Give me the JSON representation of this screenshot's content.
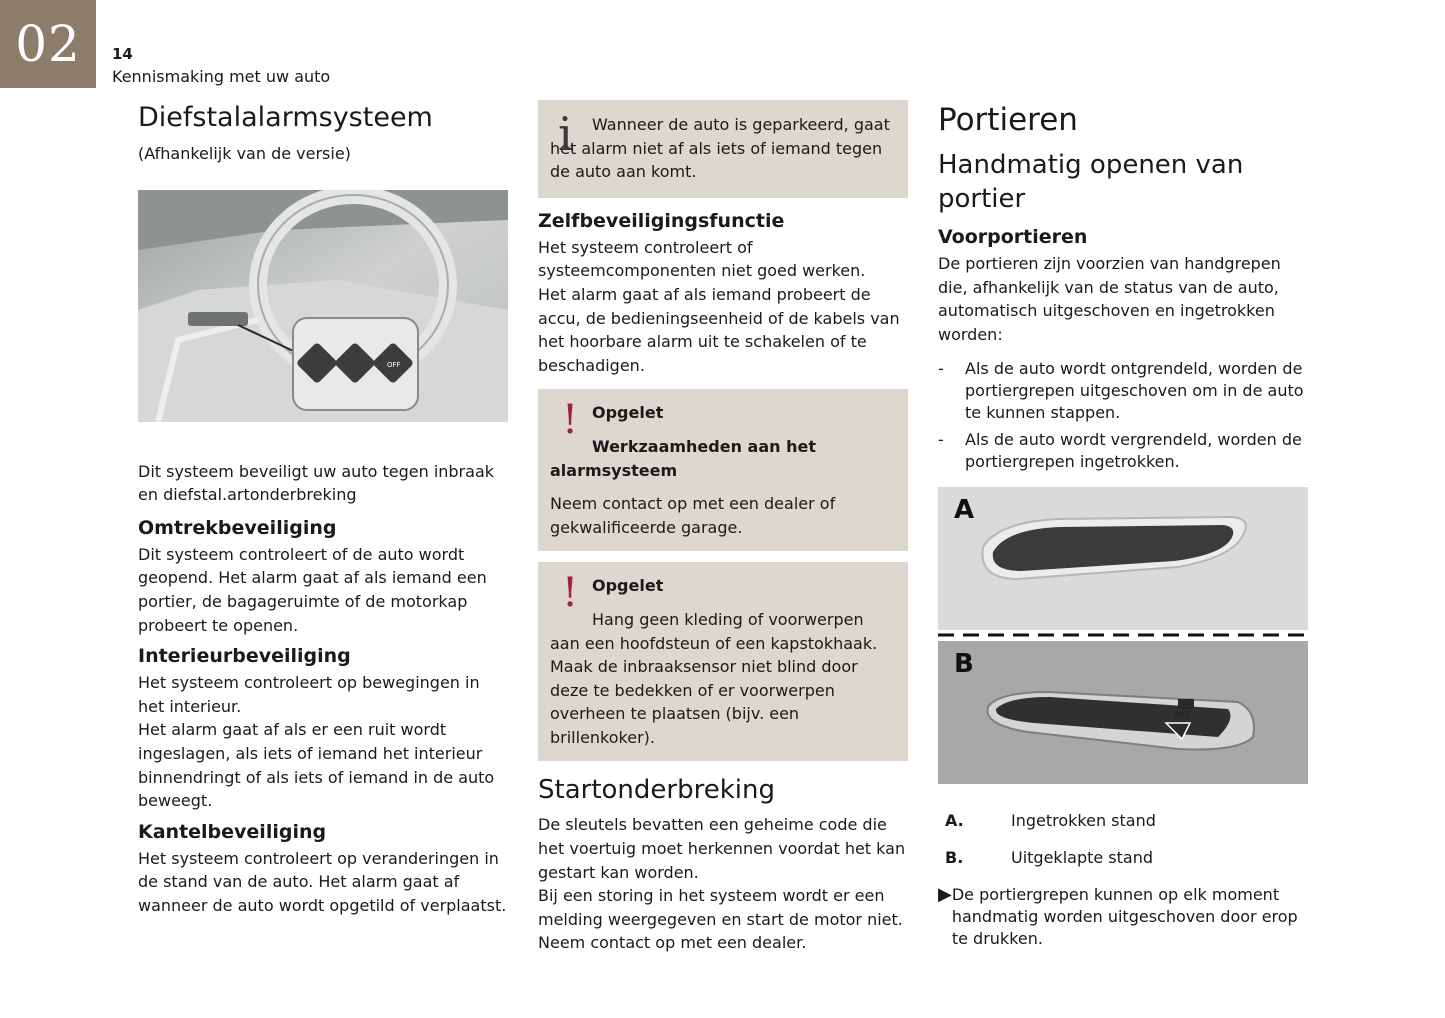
{
  "header": {
    "chapter_number": "02",
    "page_number": "14",
    "chapter_title": "Kennismaking met uw auto"
  },
  "col1": {
    "title": "Diefstalalarmsysteem",
    "subtitle": "(Afhankelijk van de versie)",
    "intro": "Dit systeem beveiligt uw auto tegen inbraak en diefstal.artonderbreking",
    "sections": [
      {
        "heading": "Omtrekbeveiliging",
        "text": "Dit systeem controleert of de auto wordt geopend. Het alarm gaat af als iemand een portier, de bagageruimte of de motorkap probeert te openen."
      },
      {
        "heading": "Interieurbeveiliging",
        "text": "Het systeem controleert op bewegingen in het interieur.\nHet alarm gaat af als er een ruit wordt ingeslagen, als iets of iemand het interieur binnendringt of als iets of iemand in de auto beweegt."
      },
      {
        "heading": "Kantelbeveiliging",
        "text": "Het systeem controleert op veranderingen in de stand van de auto. Het alarm gaat af wanneer de auto wordt opgetild of verplaatst."
      }
    ],
    "photo": {
      "button_label": "OFF"
    }
  },
  "col2": {
    "info_note": {
      "icon": "info-icon",
      "text": "Wanneer de auto is geparkeerd, gaat het alarm niet af als iets of iemand tegen de auto aan komt."
    },
    "self_protection": {
      "heading": "Zelfbeveiligingsfunctie",
      "text": "Het systeem controleert of systeemcomponenten niet goed werken.\nHet alarm gaat af als iemand probeert de accu, de bedieningseenheid of de kabels van het hoorbare alarm uit te schakelen of te beschadigen."
    },
    "warning1": {
      "label": "Opgelet",
      "title": "Werkzaamheden aan het alarmsysteem",
      "text": "Neem contact op met een dealer of gekwalificeerde garage."
    },
    "warning2": {
      "label": "Opgelet",
      "text": "Hang geen kleding of voorwerpen aan een hoofdsteun of een kapstokhaak.\nMaak de inbraaksensor niet blind door deze te bedekken of er voorwerpen overheen te plaatsen (bijv. een brillenkoker)."
    },
    "immobilizer": {
      "title": "Startonderbreking",
      "text": "De sleutels bevatten een geheime code die het voertuig moet herkennen voordat het kan gestart kan worden.\nBij een storing in het systeem wordt er een melding weergegeven en start de motor niet.\nNeem contact op met een dealer."
    }
  },
  "col3": {
    "title": "Portieren",
    "subtitle": "Handmatig openen van portier",
    "heading": "Voorportieren",
    "intro": "De portieren zijn voorzien van handgrepen die, afhankelijk van de status van de auto, automatisch uitgeschoven en ingetrokken worden:",
    "bullets": [
      "Als de auto wordt ontgrendeld, worden de portiergrepen uitgeschoven om in de auto te kunnen stappen.",
      "Als de auto wordt vergrendeld, worden de portiergrepen ingetrokken."
    ],
    "figure": {
      "label_a": "A",
      "label_b": "B"
    },
    "legend": [
      {
        "key": "A.",
        "text": "Ingetrokken stand"
      },
      {
        "key": "B.",
        "text": "Uitgeklapte stand"
      }
    ],
    "tip": "De portiergrepen kunnen op elk moment handmatig worden uitgeschoven door erop te drukken."
  }
}
